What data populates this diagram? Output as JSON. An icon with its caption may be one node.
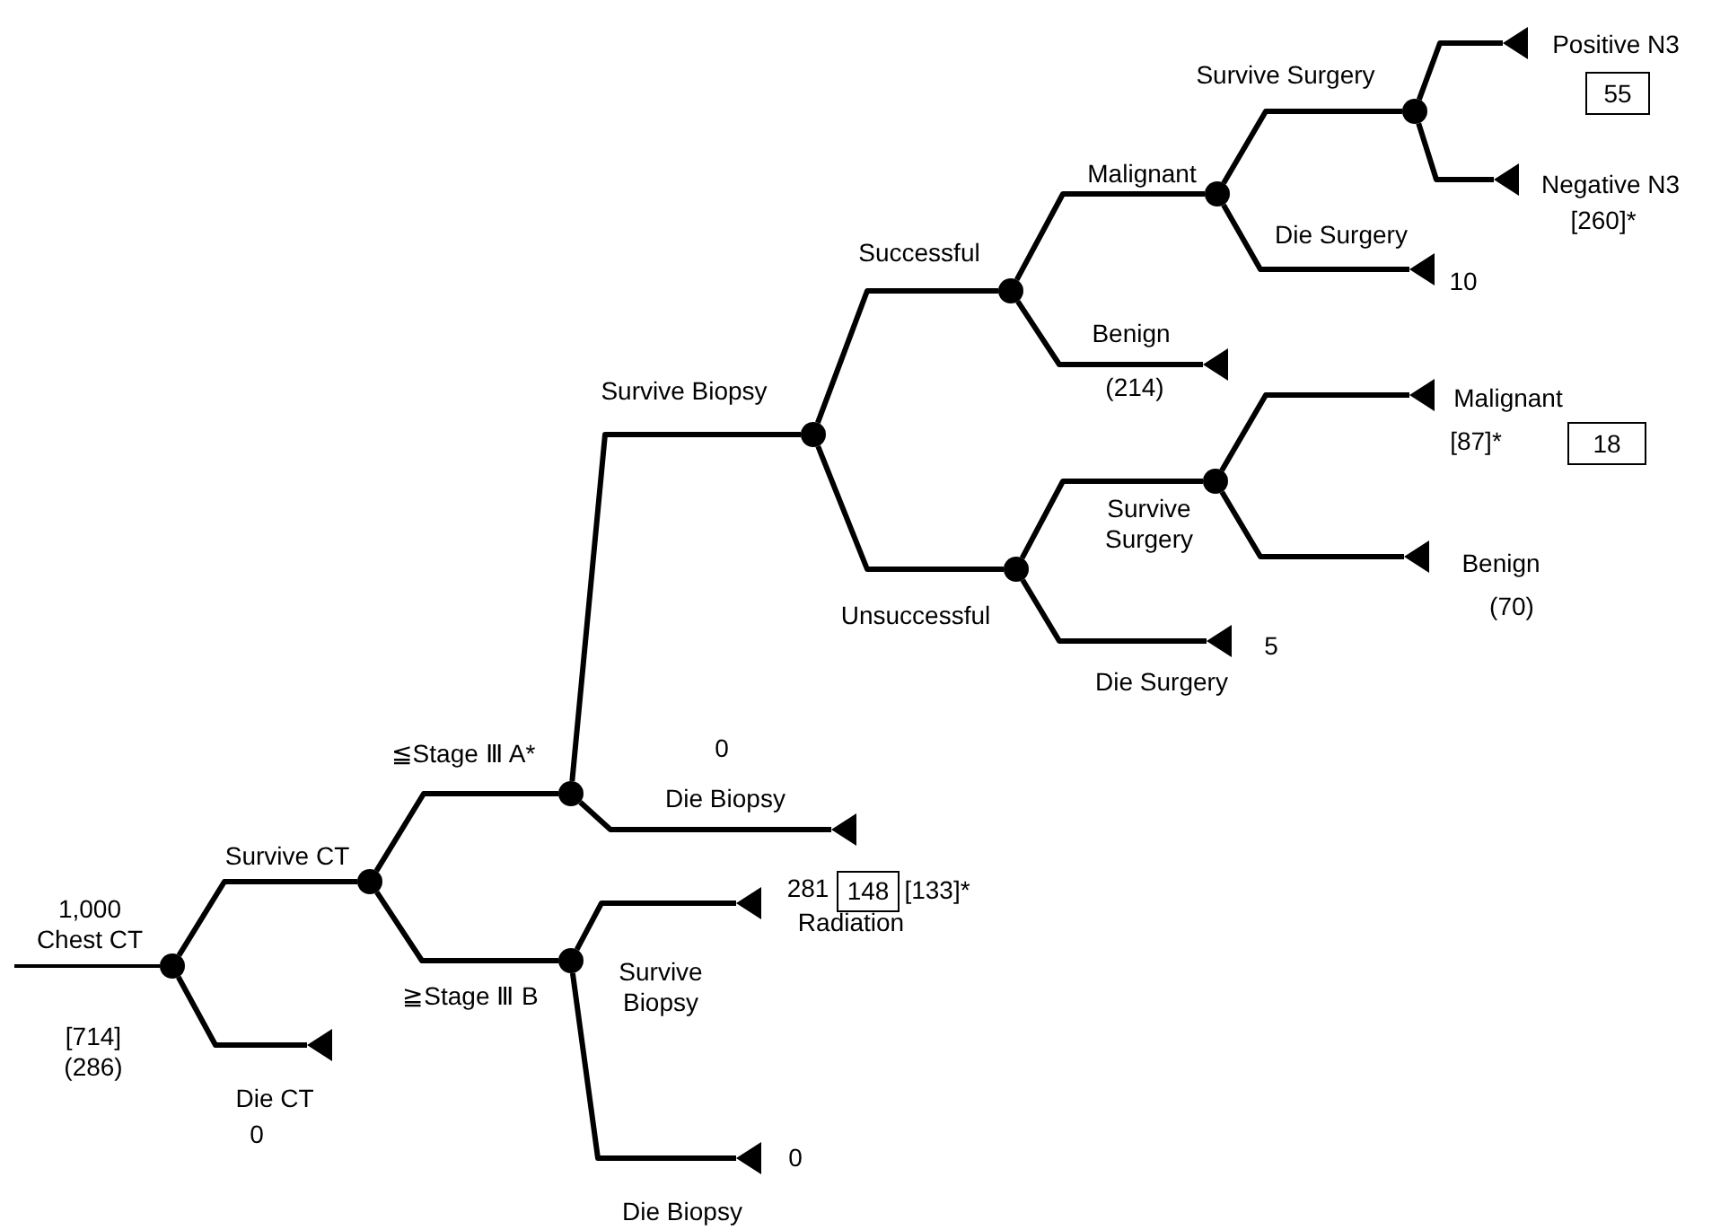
{
  "diagram": {
    "nodes": [
      {
        "text": [],
        "shape": "circle",
        "beside": [
          "1,000 Chest CT",
          "[714] (286)"
        ]
      },
      {
        "text": [],
        "shape": "circle"
      },
      {
        "text": [],
        "shape": "triangle",
        "beside": [
          "0"
        ]
      },
      {
        "text": [],
        "shape": "circle"
      },
      {
        "text": [],
        "shape": "circle"
      },
      {
        "text": [],
        "shape": "circle"
      },
      {
        "text": [],
        "shape": "triangle"
      },
      {
        "text": [],
        "shape": "circle"
      },
      {
        "text": [],
        "shape": "circle"
      },
      {
        "text": [],
        "shape": "circle"
      },
      {
        "text": [],
        "shape": "triangle",
        "beside": [
          "(214)"
        ]
      },
      {
        "text": [],
        "shape": "circle"
      },
      {
        "text": [],
        "shape": "triangle",
        "beside": [
          "10"
        ]
      },
      {
        "text": [],
        "shape": "triangle",
        "beside": [
          "Positive N3"
        ]
      },
      {
        "text": [
          "55"
        ]
      },
      {
        "text": [],
        "shape": "triangle",
        "beside": [
          "Negative N3",
          "[260]*"
        ]
      },
      {
        "text": [],
        "shape": "circle"
      },
      {
        "text": [],
        "shape": "triangle",
        "beside": [
          "5"
        ]
      },
      {
        "text": [],
        "shape": "triangle",
        "beside": [
          "Malignant",
          "[87]*"
        ]
      },
      {
        "text": [
          "18"
        ]
      },
      {
        "text": [],
        "shape": "triangle",
        "beside": [
          "Benign",
          "(70)"
        ]
      },
      {
        "text": [],
        "shape": "triangle",
        "beside": [
          "281",
          "Radiation"
        ]
      },
      {
        "text": [
          "148"
        ],
        "beside": [
          "[133]*"
        ]
      },
      {
        "text": [],
        "shape": "triangle",
        "beside": [
          "0"
        ]
      }
    ],
    "edges": [
      {
        "from": 0,
        "to": 1,
        "arrow": "none",
        "label": "Survive CT"
      },
      {
        "from": 0,
        "to": 2,
        "arrow": "none",
        "label": "Die CT"
      },
      {
        "from": 1,
        "to": 3,
        "arrow": "none",
        "label": "≦Stage Ⅲ A*"
      },
      {
        "from": 1,
        "to": 4,
        "arrow": "none",
        "label": "≧Stage Ⅲ B"
      },
      {
        "from": 3,
        "to": 5,
        "arrow": "none",
        "label": "Survive Biopsy"
      },
      {
        "from": 3,
        "to": 6,
        "arrow": "none",
        "label": "Die Biopsy"
      },
      {
        "from": 4,
        "to": 21,
        "arrow": "none",
        "label": "Survive Biopsy"
      },
      {
        "from": 4,
        "to": 23,
        "arrow": "none",
        "label": "Die Biopsy"
      },
      {
        "from": 5,
        "to": 7,
        "arrow": "none",
        "label": "Successful"
      },
      {
        "from": 5,
        "to": 8,
        "arrow": "none",
        "label": "Unsuccessful"
      },
      {
        "from": 7,
        "to": 9,
        "arrow": "none",
        "label": "Malignant"
      },
      {
        "from": 7,
        "to": 10,
        "arrow": "none",
        "label": "Benign"
      },
      {
        "from": 9,
        "to": 11,
        "arrow": "none",
        "label": "Survive Surgery"
      },
      {
        "from": 9,
        "to": 12,
        "arrow": "none",
        "label": "Die Surgery"
      },
      {
        "from": 8,
        "to": 16,
        "arrow": "none",
        "label": "Survive Surgery"
      },
      {
        "from": 8,
        "to": 17,
        "arrow": "none",
        "label": "Die Surgery"
      },
      {
        "from": 11,
        "to": 13,
        "arrow": "none"
      },
      {
        "from": 11,
        "to": 15,
        "arrow": "none"
      },
      {
        "from": 16,
        "to": 18,
        "arrow": "none"
      },
      {
        "from": 16,
        "to": 20,
        "arrow": "none"
      },
      {
        "from": null,
        "to": 0,
        "arrow": "none"
      }
    ],
    "labels": [
      "0"
    ]
  }
}
